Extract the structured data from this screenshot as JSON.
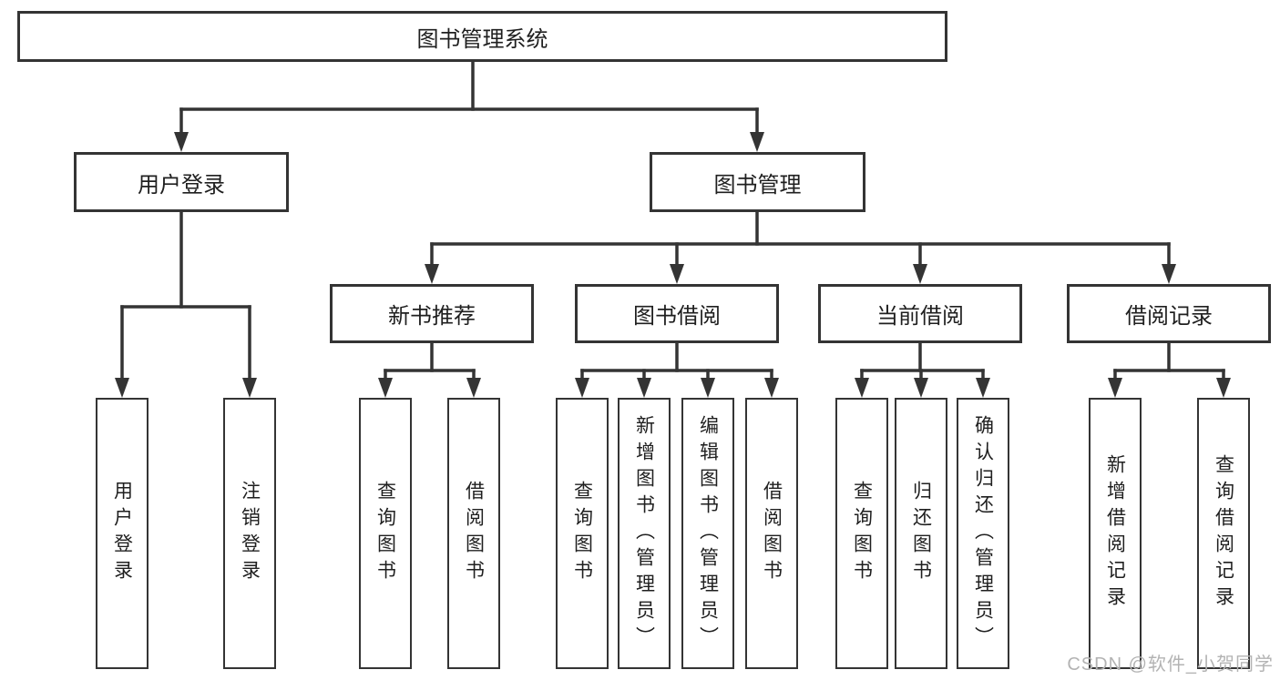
{
  "root": {
    "label": "图书管理系统"
  },
  "nodes": {
    "user_login": {
      "label": "用户登录",
      "children": [
        "用户登录",
        "注销登录"
      ]
    },
    "book_mgmt": {
      "label": "图书管理"
    },
    "new_book": {
      "label": "新书推荐",
      "children": [
        "查询图书",
        "借阅图书"
      ]
    },
    "book_borrow": {
      "label": "图书借阅",
      "children": [
        "查询图书",
        "新增图书（管理员）",
        "编辑图书（管理员）",
        "借阅图书"
      ]
    },
    "current_borrow": {
      "label": "当前借阅",
      "children": [
        "查询图书",
        "归还图书",
        "确认归还（管理员）"
      ]
    },
    "borrow_record": {
      "label": "借阅记录",
      "children": [
        "新增借阅记录",
        "查询借阅记录"
      ]
    }
  },
  "watermark": "CSDN @软件_小贺同学",
  "colors": {
    "line": "#343434",
    "text": "#1f1f1f",
    "watermark": "#b3b3b3",
    "background": "#ffffff"
  }
}
